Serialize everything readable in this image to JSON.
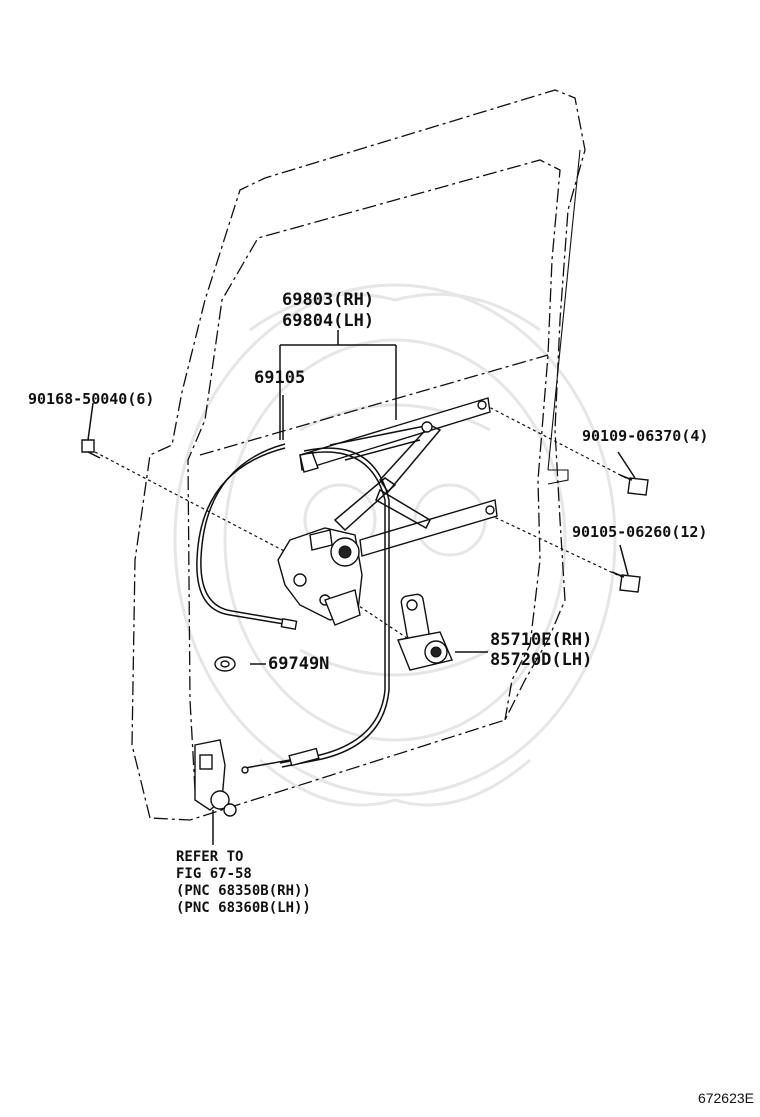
{
  "diagram_id": "672623E",
  "labels": {
    "regulator_rh": "69803(RH)",
    "regulator_lh": "69804(LH)",
    "cable": "69105",
    "bolt_6": "90168-50040(6)",
    "bolt_4": "90109-06370(4)",
    "bolt_12": "90105-06260(12)",
    "clip": "69749N",
    "motor_rh": "85710E(RH)",
    "motor_lh": "85720D(LH)",
    "refer_line1": "REFER TO",
    "refer_line2": "FIG 67-58",
    "refer_line3": "(PNC 68350B(RH))",
    "refer_line4": "(PNC 68360B(LH))"
  }
}
